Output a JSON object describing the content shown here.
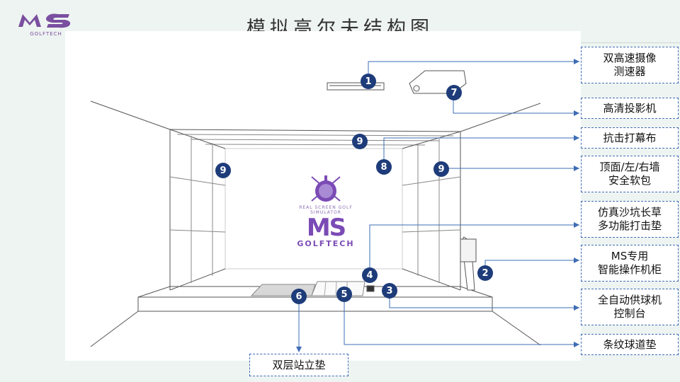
{
  "header": {
    "title": "模拟高尔夫结构图",
    "logo_text": "GOLFTECH"
  },
  "center_logo": {
    "arc_text": "REAL SCREEN GOLF SIMULATOR",
    "brand": "MS",
    "sub": "GOLFTECH"
  },
  "markers": [
    "1",
    "7",
    "9",
    "8",
    "9",
    "9",
    "4",
    "2",
    "6",
    "5",
    "3"
  ],
  "labels": {
    "camera": "双高速摄像\n测速器",
    "projector": "高清投影机",
    "screen": "抗击打幕布",
    "padding": "顶面/左/右墙\n安全软包",
    "mat": "仿真沙坑长草\n多功能打击垫",
    "cabinet": "MS专用\n智能操作机柜",
    "ball_control": "全自动供球机\n控制台",
    "fairway_mat": "条纹球道垫",
    "standing_mat": "双层站立垫"
  },
  "colors": {
    "accent": "#1e3c7a",
    "leader": "#3e6cb4",
    "brand": "#7b4bb5"
  }
}
